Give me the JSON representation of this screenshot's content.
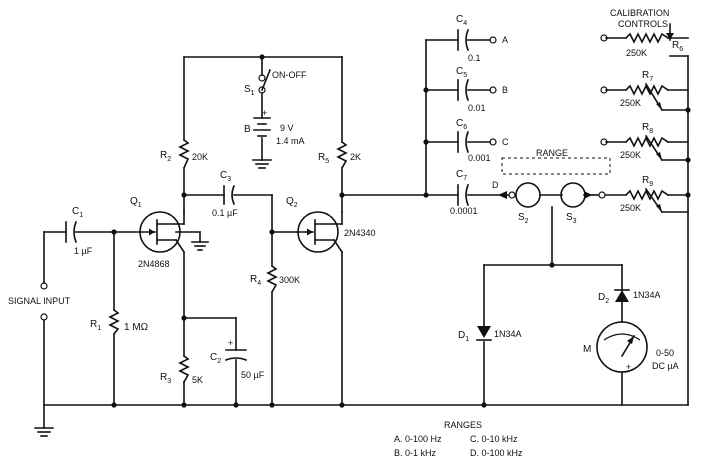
{
  "labels": {
    "calibration": "CALIBRATION",
    "controls": "CONTROLS",
    "on_off": "ON-OFF",
    "signal_input": "SIGNAL INPUT",
    "range": "RANGE",
    "ranges_title": "RANGES",
    "ranges_col1": [
      "A.  0-100 Hz",
      "B.  0-1 kHz"
    ],
    "ranges_col2": [
      "C.  0-10 kHz",
      "D.  0-100 kHz"
    ]
  },
  "components": {
    "C1": {
      "letter": "C",
      "sub": "1",
      "value": "1 µF"
    },
    "C2": {
      "letter": "C",
      "sub": "2",
      "value": "50 µF"
    },
    "C3": {
      "letter": "C",
      "sub": "3",
      "value": "0.1 µF"
    },
    "C4": {
      "letter": "C",
      "sub": "4",
      "value": "0.1"
    },
    "C5": {
      "letter": "C",
      "sub": "5",
      "value": "0.01"
    },
    "C6": {
      "letter": "C",
      "sub": "6",
      "value": "0.001"
    },
    "C7": {
      "letter": "C",
      "sub": "7",
      "value": "0.0001"
    },
    "R1": {
      "letter": "R",
      "sub": "1",
      "value": "1 MΩ"
    },
    "R2": {
      "letter": "R",
      "sub": "2",
      "value": "20K"
    },
    "R3": {
      "letter": "R",
      "sub": "3",
      "value": "5K"
    },
    "R4": {
      "letter": "R",
      "sub": "4",
      "value": "300K"
    },
    "R5": {
      "letter": "R",
      "sub": "5",
      "value": "2K"
    },
    "R6": {
      "letter": "R",
      "sub": "6",
      "value": "250K"
    },
    "R7": {
      "letter": "R",
      "sub": "7",
      "value": "250K"
    },
    "R8": {
      "letter": "R",
      "sub": "8",
      "value": "250K"
    },
    "R9": {
      "letter": "R",
      "sub": "9",
      "value": "250K"
    },
    "Q1": {
      "letter": "Q",
      "sub": "1",
      "value": "2N4868"
    },
    "Q2": {
      "letter": "Q",
      "sub": "2",
      "value": "2N4340"
    },
    "S1": {
      "letter": "S",
      "sub": "1"
    },
    "S2": {
      "letter": "S",
      "sub": "2"
    },
    "S3": {
      "letter": "S",
      "sub": "3"
    },
    "D1": {
      "letter": "D",
      "sub": "1",
      "value": "1N34A"
    },
    "D2": {
      "letter": "D",
      "sub": "2",
      "value": "1N34A"
    },
    "B": {
      "letter": "B",
      "voltage": "9 V",
      "current": "1.4 mA"
    },
    "M": {
      "letter": "M",
      "range": "0-50",
      "unit": "DC µA",
      "plus": "+"
    }
  },
  "terminals": [
    "A",
    "B",
    "C",
    "D"
  ]
}
